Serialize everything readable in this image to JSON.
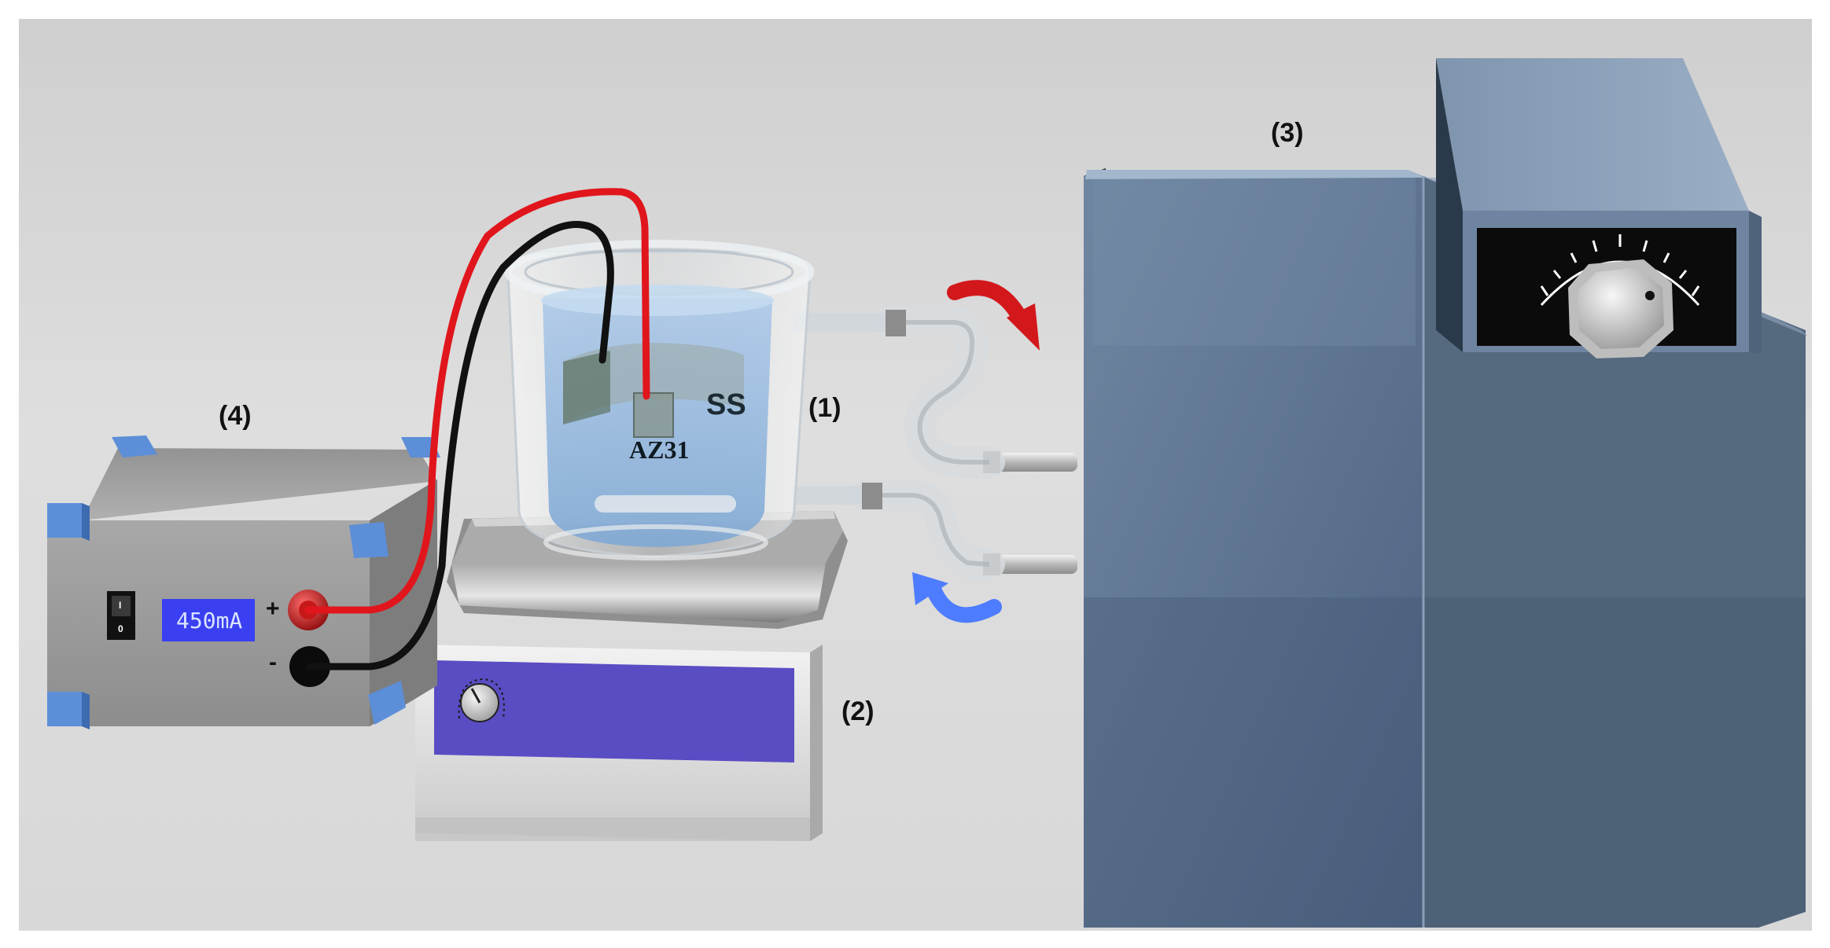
{
  "labels": {
    "cell": "(1)",
    "stirrer": "(2)",
    "bath": "(3)",
    "power_supply": "(4)",
    "counter_electrode": "SS",
    "working_electrode": "AZ31"
  },
  "power_supply": {
    "display": "450mA",
    "positive_sign": "+",
    "negative_sign": "-",
    "switch_on": "I",
    "switch_off": "0"
  },
  "colors": {
    "background_wall": "#dcdcdc",
    "bath_body": "#5f7690",
    "stirrer_panel": "#5a4cc3",
    "display_bg": "#3a3ff2",
    "wire_positive": "#e0161c",
    "wire_negative": "#111111",
    "flow_out_arrow": "#d3181c",
    "flow_in_arrow": "#4d7cff",
    "supply_corner": "#5d8ed8"
  }
}
